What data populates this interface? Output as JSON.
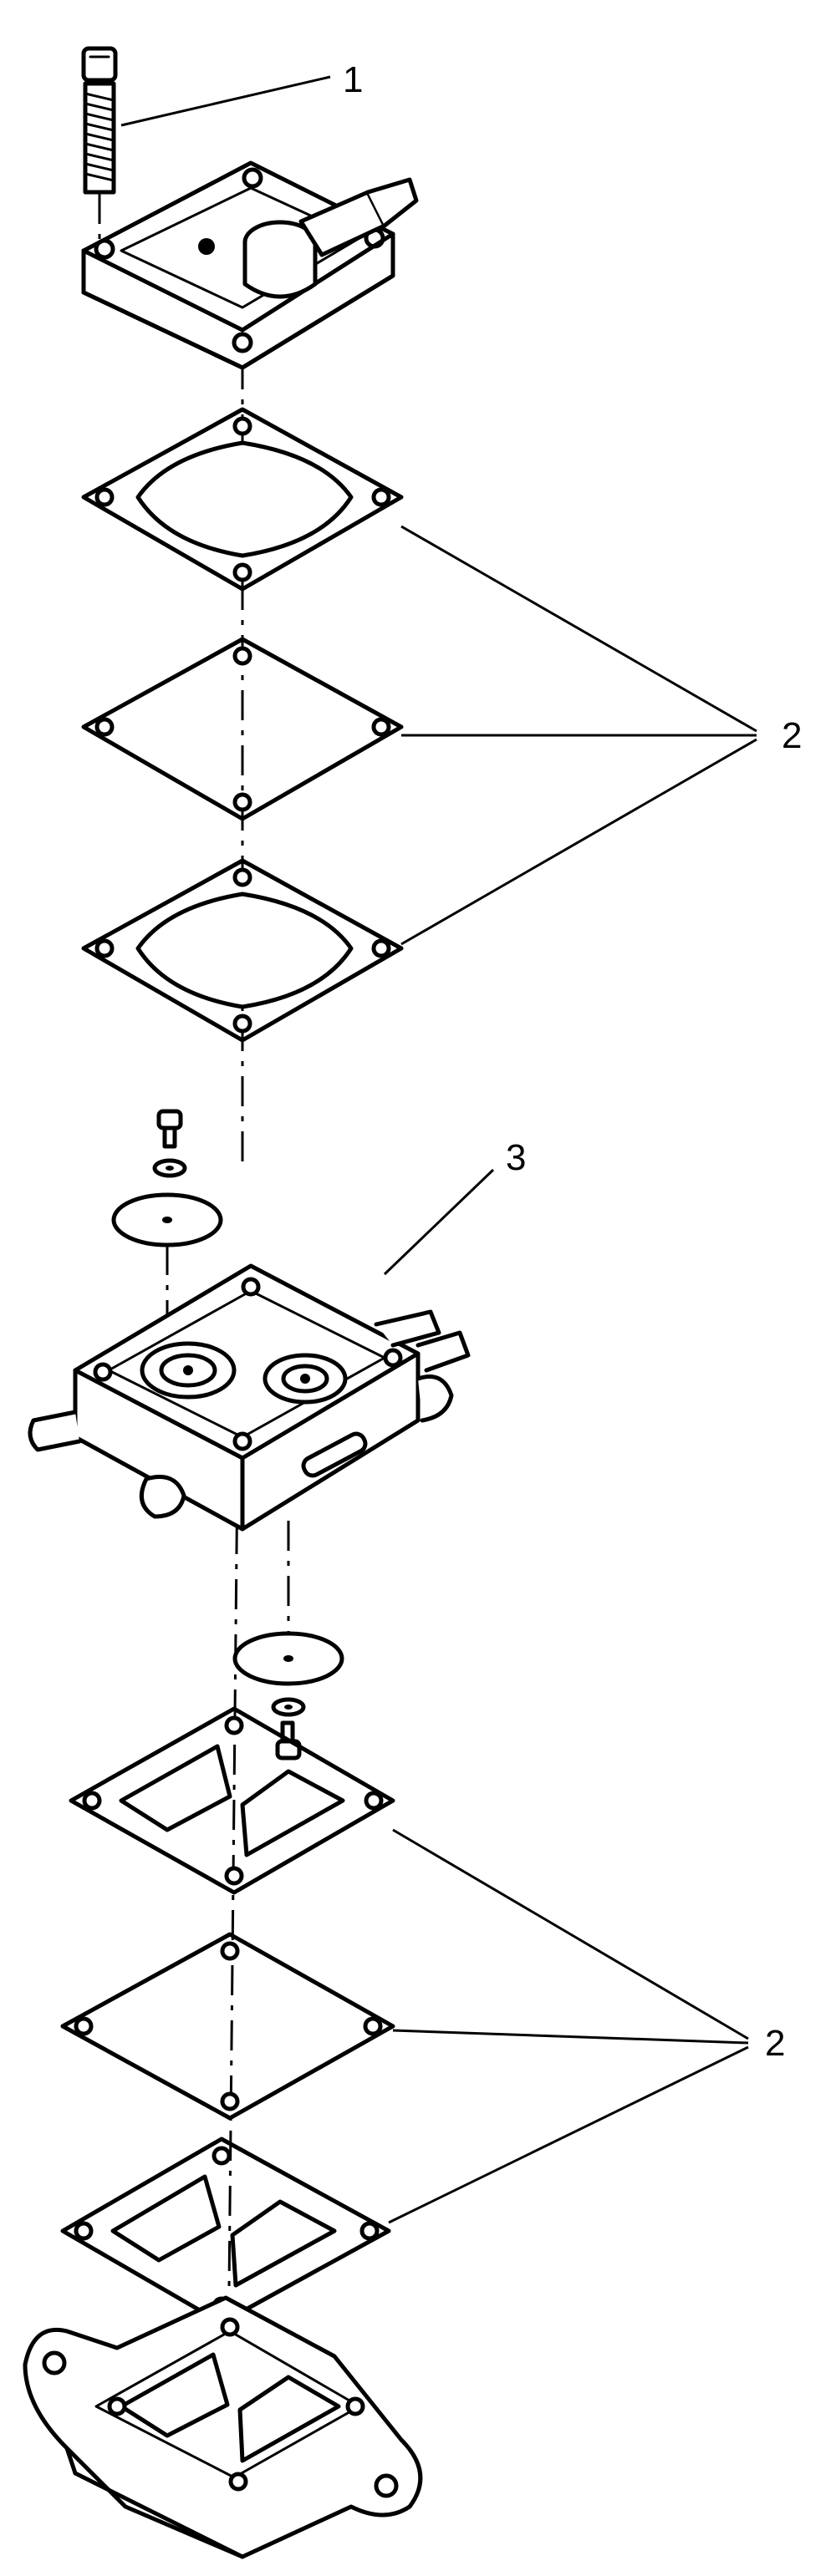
{
  "callouts": {
    "screw": "1",
    "gaskets_upper": "2",
    "pump_body": "3",
    "gaskets_lower": "2"
  },
  "colors": {
    "ink": "#000000",
    "paper": "#ffffff"
  }
}
